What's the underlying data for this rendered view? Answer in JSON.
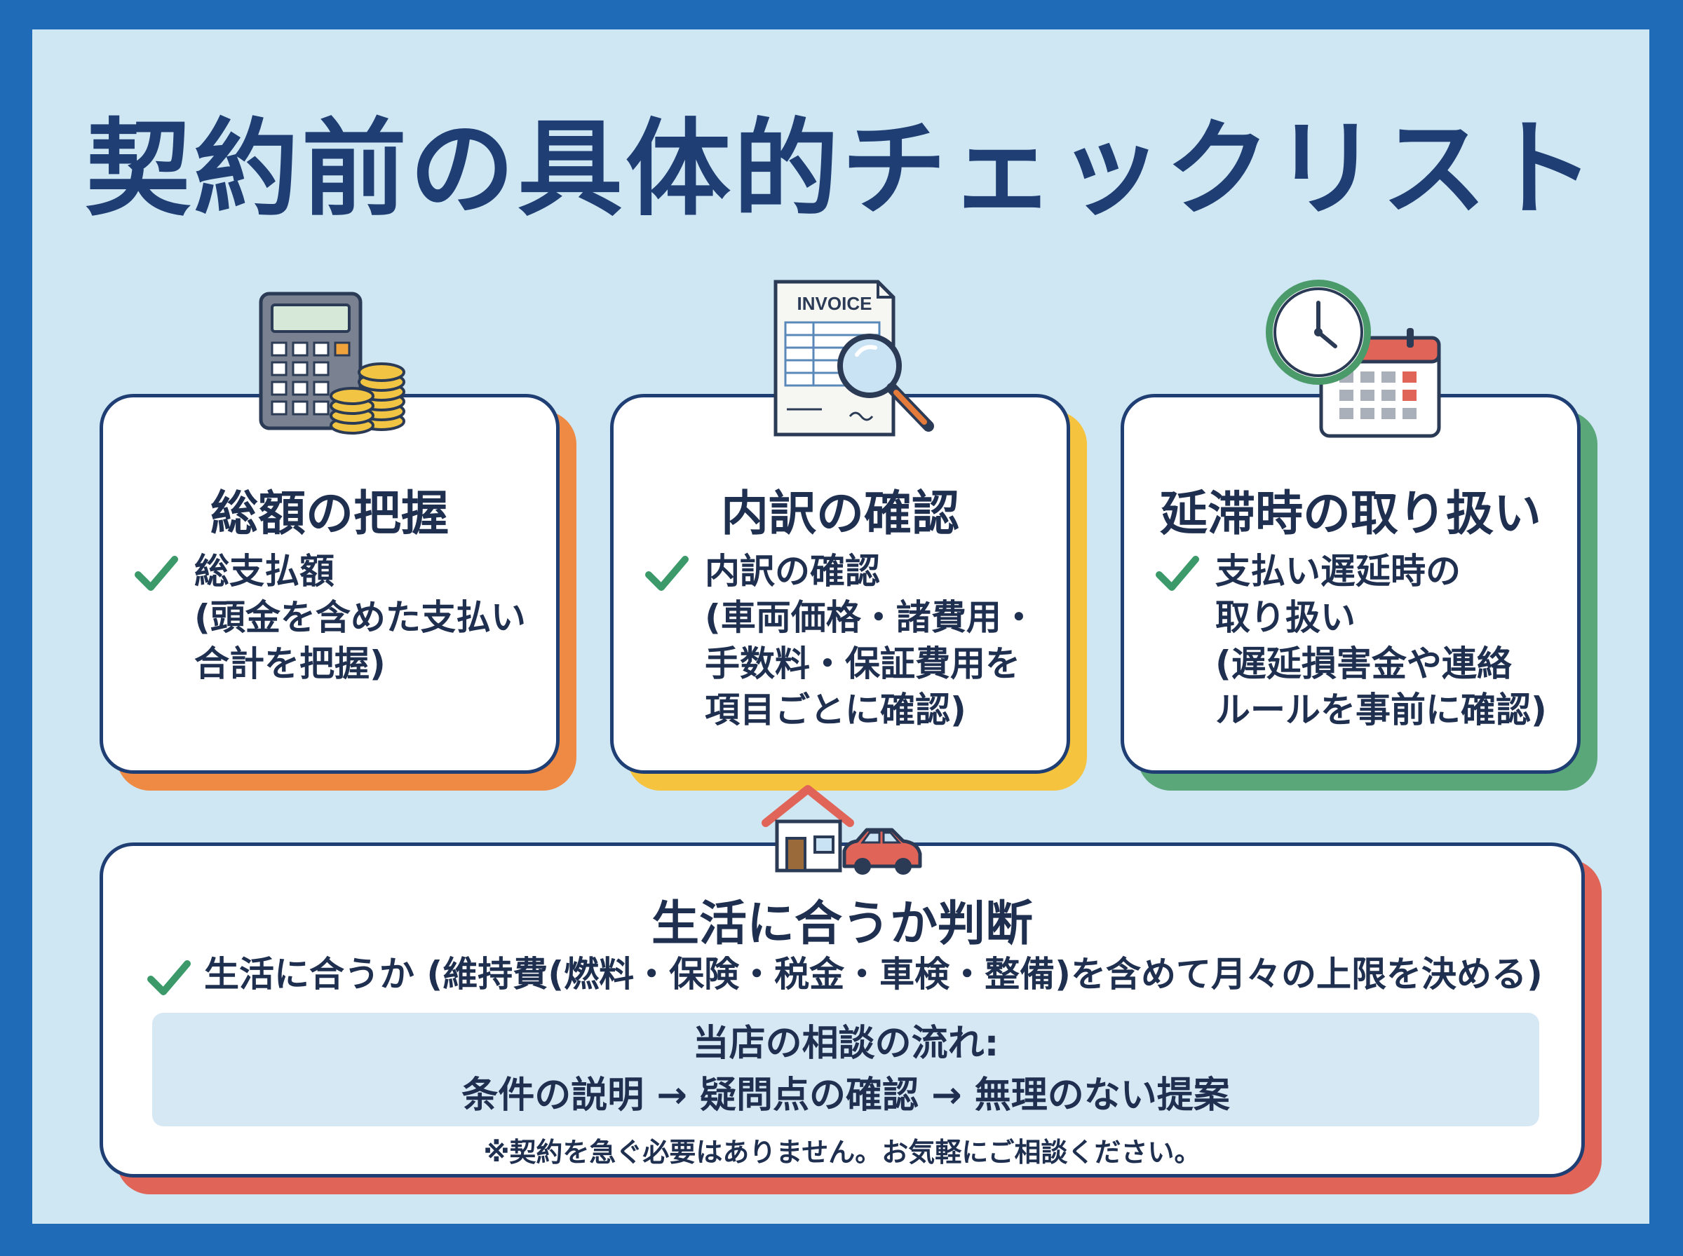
{
  "title": "契約前の具体的チェックリスト",
  "colors": {
    "frame": "#1f6bb8",
    "panel": "#cfe6f3",
    "navy": "#1f3f74",
    "check": "#3c9a6a",
    "card1_accent": "#ef8a45",
    "card2_accent": "#f5c33d",
    "card3_accent": "#5aa77a",
    "bottom_accent": "#e06457"
  },
  "cards": [
    {
      "icon": "calculator-coins-icon",
      "title": "総額の把握",
      "check_lines": [
        "総支払額",
        "(頭金を含めた支払い",
        "合計を把握)"
      ]
    },
    {
      "icon": "invoice-magnifier-icon",
      "invoice_label": "INVOICE",
      "title": "内訳の確認",
      "check_lines": [
        "内訳の確認",
        "(車両価格・諸費用・",
        "手数料・保証費用を",
        "項目ごとに確認)"
      ]
    },
    {
      "icon": "clock-calendar-icon",
      "title": "延滞時の取り扱い",
      "check_lines": [
        "支払い遅延時の",
        "取り扱い",
        "(遅延損害金や連絡",
        "ルールを事前に確認)"
      ]
    }
  ],
  "bottom": {
    "icon": "house-car-icon",
    "title": "生活に合うか判断",
    "check_text": "生活に合うか (維持費(燃料・保険・税金・車検・整備)を含めて月々の上限を決める)",
    "flow_title": "当店の相談の流れ:",
    "flow_steps": "条件の説明 → 疑問点の確認 → 無理のない提案",
    "note": "※契約を急ぐ必要はありません。お気軽にご相談ください。"
  }
}
